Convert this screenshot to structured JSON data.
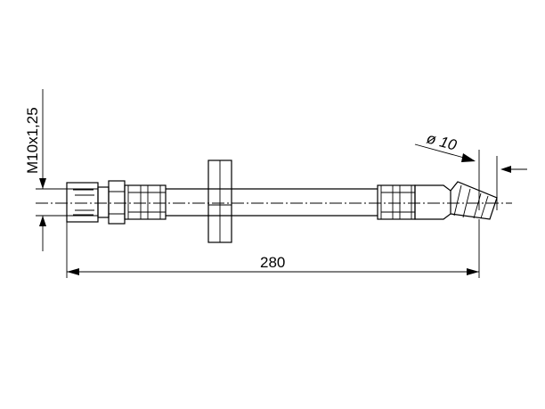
{
  "drawing": {
    "thread_label": "M10x1,25",
    "diameter_label": "ø 10",
    "length_label": "280",
    "line_color": "#000000",
    "background_color": "#ffffff"
  }
}
